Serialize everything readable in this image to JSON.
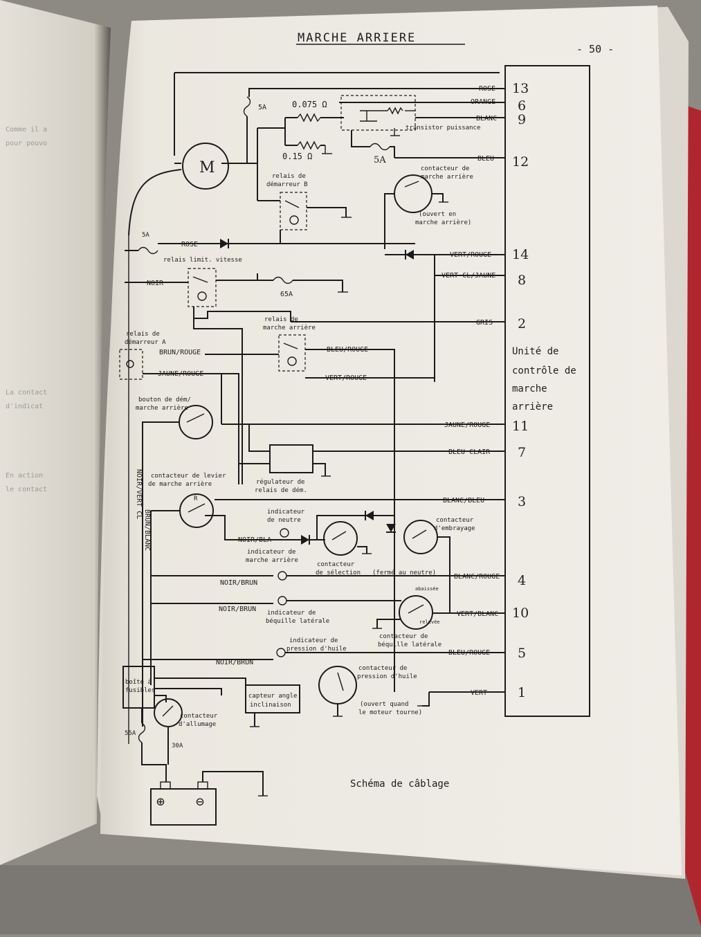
{
  "page": {
    "title": "MARCHE ARRIERE",
    "page_number": "- 50 -",
    "caption": "Schéma de câblage"
  },
  "unit": {
    "label_lines": [
      "Unité de",
      "contrôle de",
      "marche",
      "arrière"
    ]
  },
  "connector_wires": [
    {
      "color": "ROSE",
      "pin": "13"
    },
    {
      "color": "ORANGE",
      "pin": "6"
    },
    {
      "color": "BLANC",
      "pin": "9"
    },
    {
      "color": "BLEU",
      "pin": "12"
    },
    {
      "color": "VERT/ROUGE",
      "pin": "14"
    },
    {
      "color": "VERT CL/JAUNE",
      "pin": "8"
    },
    {
      "color": "GRIS",
      "pin": "2"
    },
    {
      "color": "JAUNE/ROUGE",
      "pin": "11"
    },
    {
      "color": "BLEU CLAIR",
      "pin": "7"
    },
    {
      "color": "BLANC/BLEU",
      "pin": "3"
    },
    {
      "color": "BLANC/ROUGE",
      "pin": "4"
    },
    {
      "color": "VERT/BLANC",
      "pin": "10"
    },
    {
      "color": "BLEU/ROUGE",
      "pin": "5"
    },
    {
      "color": "VERT",
      "pin": "1"
    }
  ],
  "wire_labels": {
    "rose_left": "ROSE",
    "noir": "NOIR",
    "brun_rouge": "BRUN/ROUGE",
    "jaune_rouge_left": "JAUNE/ROUGE",
    "bleu_rouge_relay": "BLEU/ROUGE",
    "vert_rouge_relay": "VERT/ROUGE",
    "noir_bla": "NOIR/BLA",
    "noir_brun_1": "NOIR/BRUN",
    "noir_brun_2": "NOIR/BRUN",
    "noir_brun_3": "NOIR/BRUN",
    "noir_vert_cl": "NOIR/VERT CL",
    "brun_blanc": "BRUN/BLANC"
  },
  "components": {
    "motor": "M",
    "fuse_5a_top": "5A",
    "resistor_1": "0.075 Ω",
    "resistor_2": "0.15 Ω",
    "transistor": "transistor puissance",
    "fuse_5a_hand": "5A",
    "relay_b": [
      "relais de",
      "démarreur B"
    ],
    "reverse_contact": [
      "contacteur de",
      "marche arrière"
    ],
    "reverse_contact_note": [
      "(ouvert en",
      "marche arrière)"
    ],
    "fuse_5a_left": "5A",
    "speed_relay": "relais limit. vitesse",
    "fuse_65a": "65A",
    "reverse_relay": [
      "relais de",
      "marche arrière"
    ],
    "relay_a": [
      "relais de",
      "démarreur A"
    ],
    "start_button": [
      "bouton de dém/",
      "marche arrière"
    ],
    "start_regulator": [
      "régulateur de",
      "relais de dém."
    ],
    "lever_contact": [
      "contacteur de levier",
      "de marche arrière"
    ],
    "lever_r": "R",
    "neutral_indicator": [
      "indicateur",
      "de neutre"
    ],
    "reverse_indicator": [
      "indicateur de",
      "marche arrière"
    ],
    "selection_contact": [
      "contacteur",
      "de sélection"
    ],
    "selection_note": "(fermé au neutre)",
    "clutch_contact": [
      "contacteur",
      "d'embrayage"
    ],
    "stand_indicator": [
      "indicateur de",
      "béquille latérale"
    ],
    "stand_lowered": "abaissée",
    "stand_raised": "relevée",
    "stand_contact": [
      "contacteur de",
      "béquille latérale"
    ],
    "oil_indicator": [
      "indicateur de",
      "pression d'huile"
    ],
    "oil_contact": [
      "contacteur de",
      "pression d'huile"
    ],
    "oil_note": [
      "(ouvert quand",
      "le moteur tourne)"
    ],
    "fuse_box": [
      "boîte à",
      "fusibles"
    ],
    "tilt_sensor": [
      "capteur angle",
      "inclinaison"
    ],
    "ignition": [
      "contacteur",
      "d'allumage"
    ],
    "fuse_55a": "55A",
    "fuse_30a": "30A",
    "battery_plus": "⊕",
    "battery_minus": "⊖"
  }
}
